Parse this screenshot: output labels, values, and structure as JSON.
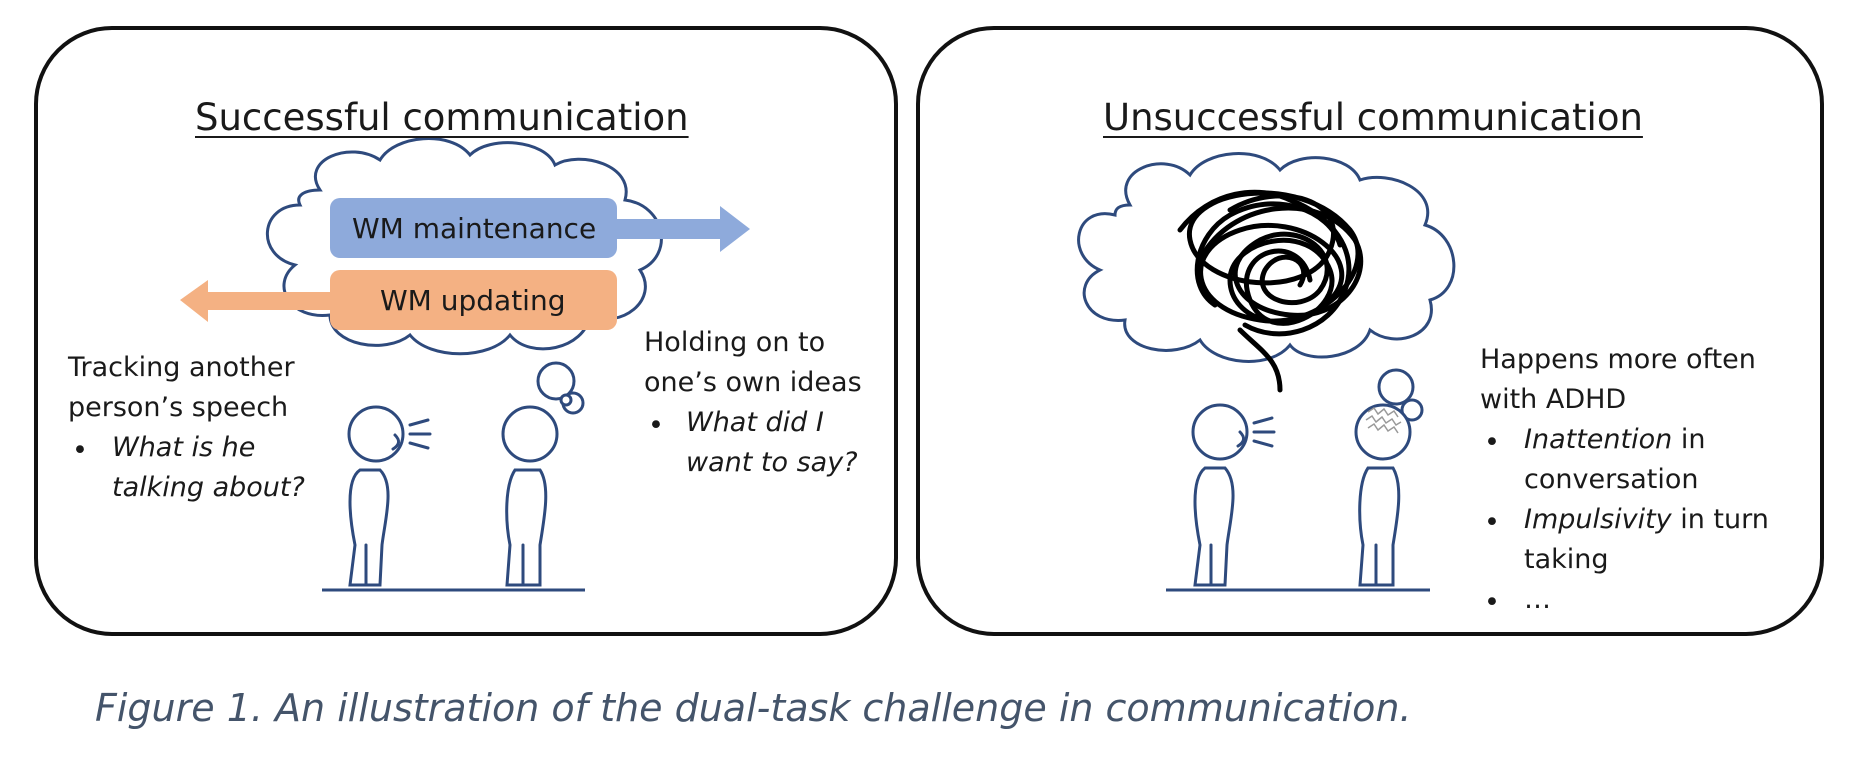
{
  "left_panel": {
    "title": "Successful communication",
    "box_maintenance": "WM maintenance",
    "box_updating": "WM updating",
    "left_text": {
      "line1": "Tracking another",
      "line2": "person’s speech",
      "question_line1": "What is he",
      "question_line2": "talking about?"
    },
    "right_text": {
      "line1": "Holding on to",
      "line2": "one’s own ideas",
      "question_line1": "What did I",
      "question_line2": "want to say?"
    }
  },
  "right_panel": {
    "title": "Unsuccessful communication",
    "line1": "Happens more often",
    "line2": "with ADHD",
    "bullet1_italic": "Inattention",
    "bullet1_rest": " in",
    "bullet1_line2": "conversation",
    "bullet2_italic": "Impulsivity",
    "bullet2_rest": " in turn",
    "bullet2_line2": "taking",
    "bullet3": "…"
  },
  "caption": "Figure 1. An illustration of the dual-task challenge in communication.",
  "colors": {
    "outline": "#1f3864",
    "maintenance_box": "#8eaadb",
    "updating_box": "#f4b183",
    "caption": "#44546a"
  }
}
